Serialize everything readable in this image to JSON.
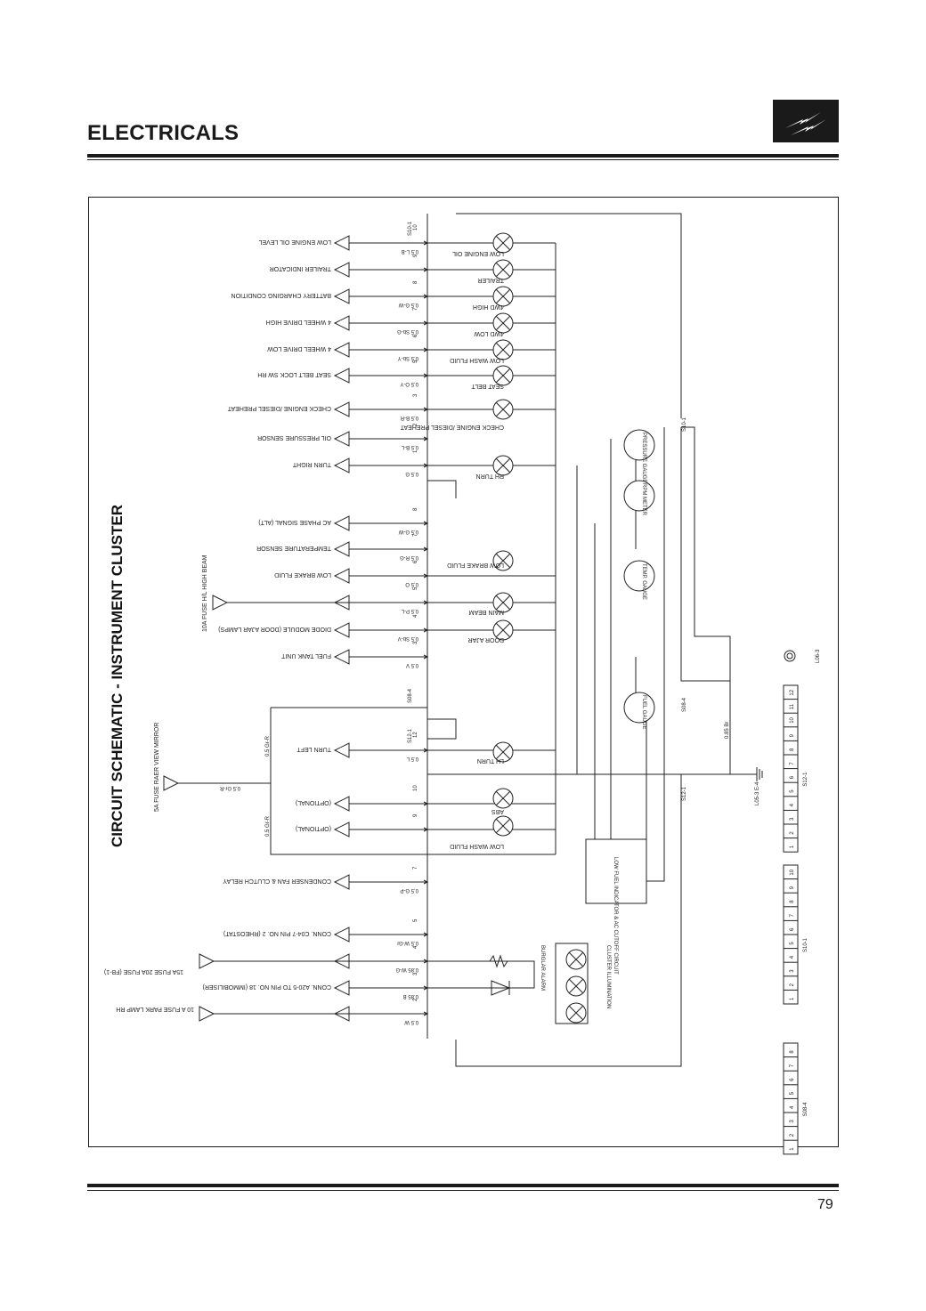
{
  "page_title": "ELECTRICALS",
  "page_number": "79",
  "schematic_title": "CIRCUIT SCHEMATIC - INSTRUMENT CLUSTER",
  "outputs": [
    {
      "label": "LOW ENGINE OIL LEVEL",
      "wire": "0.5 L-B",
      "pin": "10"
    },
    {
      "label": "TRAILER INDICATOR",
      "wire": "",
      "pin": "9"
    },
    {
      "label": "BATTERY CHARGING CONDITION",
      "wire": "0.5 G-W",
      "pin": "8"
    },
    {
      "label": "4 WHEEL DRIVE HIGH",
      "wire": "0.5 Sb-G",
      "pin": "7"
    },
    {
      "label": "4 WHEEL DRIVE LOW",
      "wire": "0.5 Sb-Y",
      "pin": "6"
    },
    {
      "label": "SEAT BELT LOCK SW RH",
      "wire": "0.5 O-Y",
      "pin": "5"
    },
    {
      "label": "CHECK ENGINE /DIESEL PREHEAT",
      "wire": "0.5 B-R",
      "pin": "3"
    },
    {
      "label": "OIL PRESSURE SENSOR",
      "wire": "0.5 B-L",
      "pin": "2"
    },
    {
      "label": "TURN RIGHT",
      "wire": "0.5 G",
      "pin": "1"
    },
    {
      "label": "AC PHASE SIGNAL (ALT)",
      "wire": "0.5 G-W",
      "pin": "8"
    },
    {
      "label": "TEMPERATURE SENSOR",
      "wire": "0.5 R-G",
      "pin": "7"
    },
    {
      "label": "LOW BRAKE FLUID",
      "wire": "0.5 O",
      "pin": "6"
    },
    {
      "label": "",
      "wire": "0.5 P-L",
      "pin": "5"
    },
    {
      "label": "DIODE MODULE (DOOR AJAR LAMPS)",
      "wire": "0.5 Sb-V",
      "pin": "4"
    },
    {
      "label": "FUEL TANK UNIT",
      "wire": "0.5 V",
      "pin": "3"
    },
    {
      "label": "TURN LEFT",
      "wire": "0.5 L",
      "pin": "12"
    },
    {
      "label": "(OPTIONAL)",
      "wire": "",
      "pin": "10"
    },
    {
      "label": "(OPTIONAL)",
      "wire": "",
      "pin": "9"
    },
    {
      "label": "CONDENSER FAN & CLUTCH RELAY",
      "wire": "0.5 G-P",
      "pin": "7"
    },
    {
      "label": "CONN. C04-7 PIN NO. 2 (RHEOSTAT)",
      "wire": "0.5 W-Gr",
      "pin": "5"
    },
    {
      "label": "",
      "wire": "0.85 W-G",
      "pin": "4"
    },
    {
      "label": "CONN. A20-5 TO PIN NO. 18 (IMMOBILISER)",
      "wire": "0.85 B",
      "pin": "3"
    },
    {
      "label": "",
      "wire": "0.5 W",
      "pin": "2"
    }
  ],
  "lamps": [
    "LOW ENGINE OIL",
    "TRAILER",
    "4WD HIGH",
    "4WD LOW",
    "LOW WASH FLUID",
    "SEAT BELT",
    "CHECK ENGINE /DIESEL PREHEAT",
    "RH TURN",
    "LOW BRAKE FLUID",
    "MAIN BEAM",
    "DOOR AJAR",
    "LH TURN",
    "ABS",
    "LOW WASH FLUID"
  ],
  "gauges": [
    "PRESSURE GAUGE",
    "RPM METER",
    "TEMP. GAUGE",
    "FUEL GAUGE"
  ],
  "fuses": [
    "10A FUSE H/L HIGH BEAM",
    "5A FUSE RAER VIEW MIRROR",
    "15A FUSE 20A FUSE (FB-1)",
    "10 A FUSE PARK LAMP RH"
  ],
  "wires_misc": [
    "0.5 Gr-R",
    "0.5 Gr-R",
    "0.5 Gr-R",
    "0.85 Br"
  ],
  "connectors": [
    "S10-1",
    "S08-4",
    "S12-1",
    "S10-1",
    "S08-4",
    "S12-1",
    "L06-3",
    "L05-3 E-4"
  ],
  "blocks": [
    "LOW FUEL INDICATOR & AC CUTOFF CIRCUIT",
    "BURGLAR ALARM",
    "CLUSTER ILLUMINATION"
  ],
  "pin_blocks": [
    {
      "name": "S12-1",
      "pins": [
        "1",
        "2",
        "3",
        "4",
        "5",
        "6",
        "7",
        "8",
        "9",
        "10",
        "11",
        "12"
      ]
    },
    {
      "name": "S10-1",
      "pins": [
        "1",
        "2",
        "3",
        "4",
        "5",
        "6",
        "7",
        "8",
        "9",
        "10"
      ]
    },
    {
      "name": "S08-4",
      "pins": [
        "1",
        "2",
        "3",
        "4",
        "5",
        "6",
        "7",
        "8"
      ]
    }
  ]
}
